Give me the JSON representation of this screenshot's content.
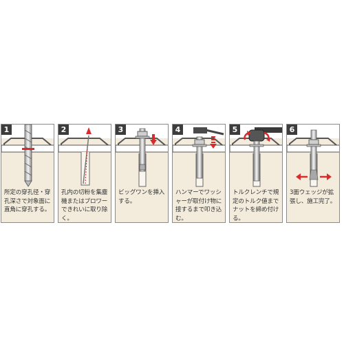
{
  "steps": [
    {
      "number": "1",
      "caption": "所定の穿孔径・穿孔深さで対象面に直角に穿孔する。"
    },
    {
      "number": "2",
      "caption": "孔内の切粉を集塵機またはブロワーできれいに取り除く。"
    },
    {
      "number": "3",
      "caption": "ビッグワンを挿入する。"
    },
    {
      "number": "4",
      "caption": "ハンマーでワッシャーが取付け物に接するまで叩き込む。"
    },
    {
      "number": "5",
      "caption": "トルクレンチで規定のトルク値までナットを締め付ける。"
    },
    {
      "number": "6",
      "caption": "3面ウェッジが拡張し、施工完了。"
    }
  ],
  "colors": {
    "background": "#f3ecdd",
    "accent": "#d92b2b",
    "badge": "#3c3c3c"
  },
  "icons": [
    "drill-bit-icon",
    "blower-nozzle-icon",
    "anchor-bolt-icon",
    "hammer-icon",
    "torque-wrench-icon",
    "wedge-expand-icon"
  ]
}
